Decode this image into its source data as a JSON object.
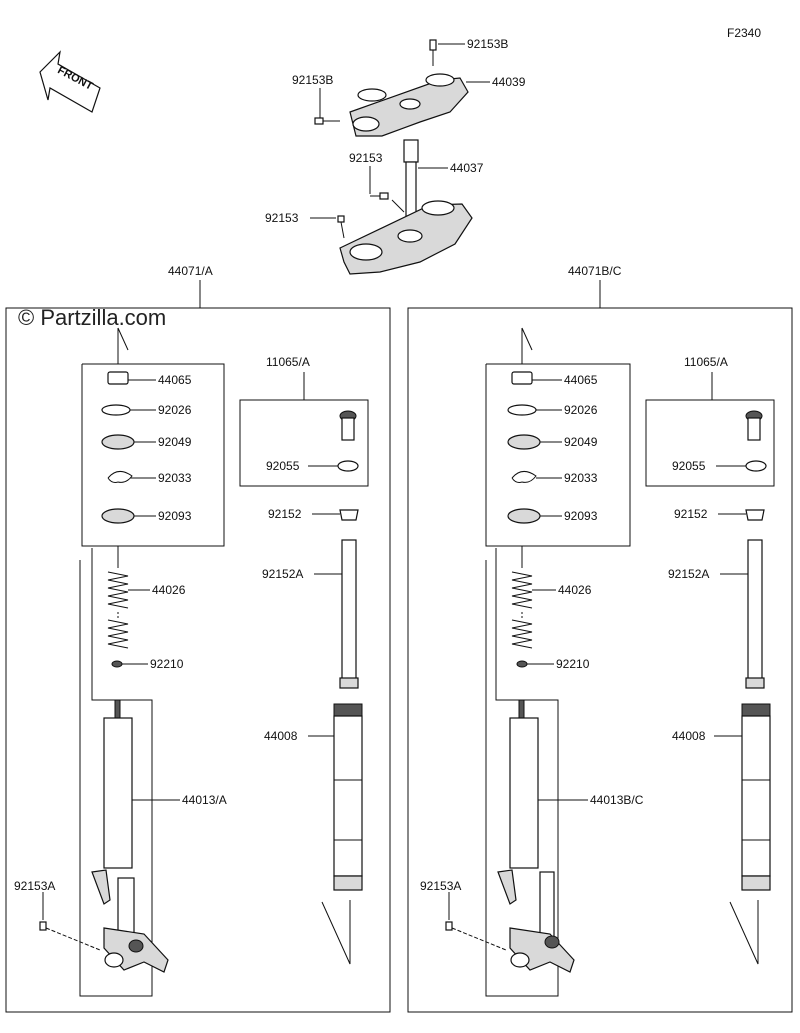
{
  "figure_code": "F2340",
  "watermark": "© Partzilla.com",
  "direction_label": "FRONT",
  "top_labels": {
    "bolt_top": "92153B",
    "bolt_left": "92153B",
    "upper_bracket": "44039",
    "steering_stem": "44037",
    "bolt_mid": "92153",
    "bolt_lower": "92153"
  },
  "groups": {
    "left": "44071/A",
    "right": "44071B/C"
  },
  "left_labels": {
    "p44065": "44065",
    "p92026": "92026",
    "p92049": "92049",
    "p92033": "92033",
    "p92093": "92093",
    "p44026": "44026",
    "p92210": "92210",
    "p44013": "44013/A",
    "p92153a": "92153A",
    "p11065": "11065/A",
    "p92055": "92055",
    "p92152": "92152",
    "p92152a": "92152A",
    "p44008": "44008"
  },
  "right_labels": {
    "p44065": "44065",
    "p92026": "92026",
    "p92049": "92049",
    "p92033": "92033",
    "p92093": "92093",
    "p44026": "44026",
    "p92210": "92210",
    "p44013": "44013B/C",
    "p92153a": "92153A",
    "p11065": "11065/A",
    "p92055": "92055",
    "p92152": "92152",
    "p92152a": "92152A",
    "p44008": "44008"
  }
}
